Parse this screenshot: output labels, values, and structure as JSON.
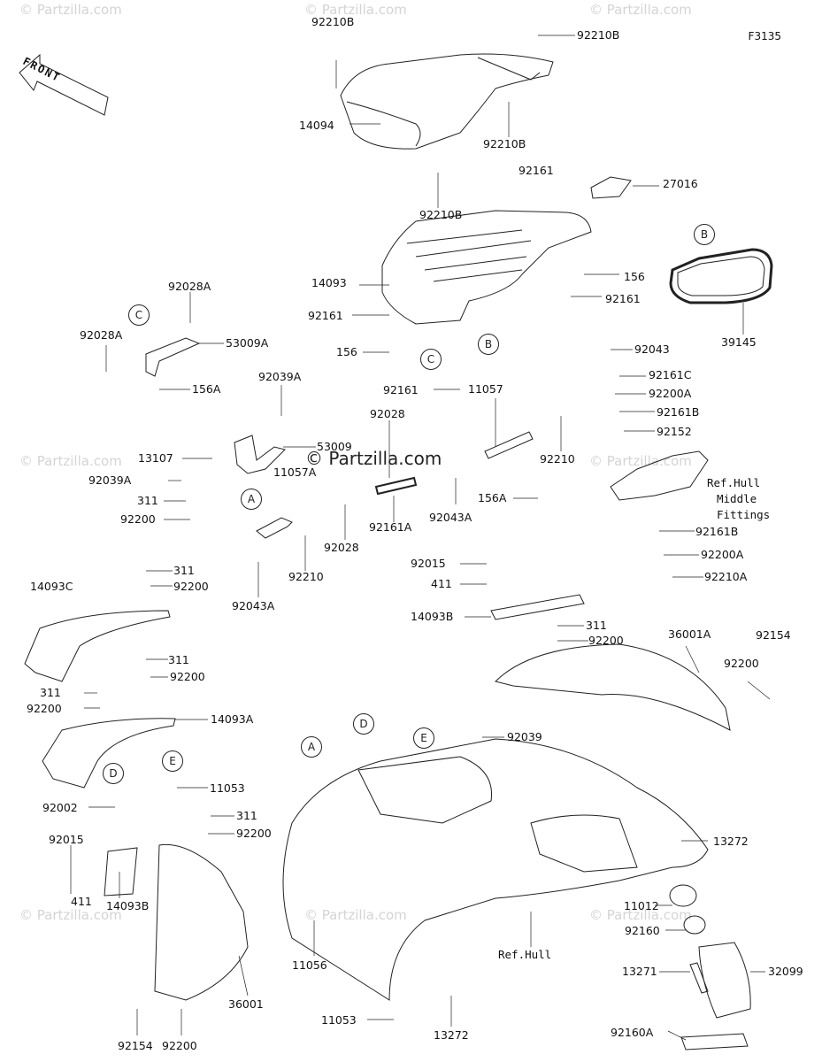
{
  "figure_code": "F3135",
  "front_label": "FRONT",
  "watermark": "© Partzilla.com",
  "center_watermark": "© Partzilla.com",
  "labels": {
    "l_92210B_top": "92210B",
    "l_92210B_tr": "92210B",
    "l_14094": "14094",
    "l_92210B_mid": "92210B",
    "l_92210B_low": "92210B",
    "l_92161_top": "92161",
    "l_27016": "27016",
    "l_156_r": "156",
    "l_14093": "14093",
    "l_92161_r": "92161",
    "l_92161_l": "92161",
    "l_156_l": "156",
    "l_92161_c": "92161",
    "l_92043": "92043",
    "l_39145": "39145",
    "l_92161C": "92161C",
    "l_92200A_r": "92200A",
    "l_92161B_r": "92161B",
    "l_92152": "92152",
    "l_refhull_mid1": "Ref.Hull",
    "l_refhull_mid2": "Middle",
    "l_refhull_mid3": "Fittings",
    "l_92161B_low": "92161B",
    "l_92200A_low": "92200A",
    "l_92210A": "92210A",
    "l_92028A_top": "92028A",
    "l_92028A_left": "92028A",
    "l_53009A": "53009A",
    "l_156A_l": "156A",
    "l_92039A_top": "92039A",
    "l_53009": "53009",
    "l_13107": "13107",
    "l_92039A_left": "92039A",
    "l_311_a": "311",
    "l_92200_a": "92200",
    "l_11057A": "11057A",
    "l_92028_top": "92028",
    "l_11057": "11057",
    "l_92210_r": "92210",
    "l_156A_r": "156A",
    "l_92043A_r": "92043A",
    "l_92161A": "92161A",
    "l_92028_low": "92028",
    "l_92210_low": "92210",
    "l_92043A_l": "92043A",
    "l_92015_top": "92015",
    "l_411_top": "411",
    "l_14093B_top": "14093B",
    "l_311_b": "311",
    "l_92200_b": "92200",
    "l_36001A": "36001A",
    "l_92154_r": "92154",
    "l_92200_r": "92200",
    "l_14093C": "14093C",
    "l_311_c": "311",
    "l_92200_c": "92200",
    "l_311_d": "311",
    "l_92200_d": "92200",
    "l_311_e": "311",
    "l_92200_e": "92200",
    "l_14093A": "14093A",
    "l_92039": "92039",
    "l_11053_top": "11053",
    "l_92002": "92002",
    "l_311_f": "311",
    "l_92200_f": "92200",
    "l_13272_r": "13272",
    "l_92015_left": "92015",
    "l_411_left": "411",
    "l_14093B_left": "14093B",
    "l_11012": "11012",
    "l_92160": "92160",
    "l_refhull": "Ref.Hull",
    "l_32099": "32099",
    "l_11056": "11056",
    "l_13271": "13271",
    "l_36001": "36001",
    "l_11053_bot": "11053",
    "l_13272_bot": "13272",
    "l_92160A": "92160A",
    "l_92154_b": "92154",
    "l_92200_bb": "92200"
  },
  "callouts": {
    "c1": "C",
    "c2": "C",
    "c3": "B",
    "c4": "B",
    "c5": "A",
    "c6": "A",
    "c7": "D",
    "c8": "E",
    "c9": "D",
    "c10": "E"
  }
}
